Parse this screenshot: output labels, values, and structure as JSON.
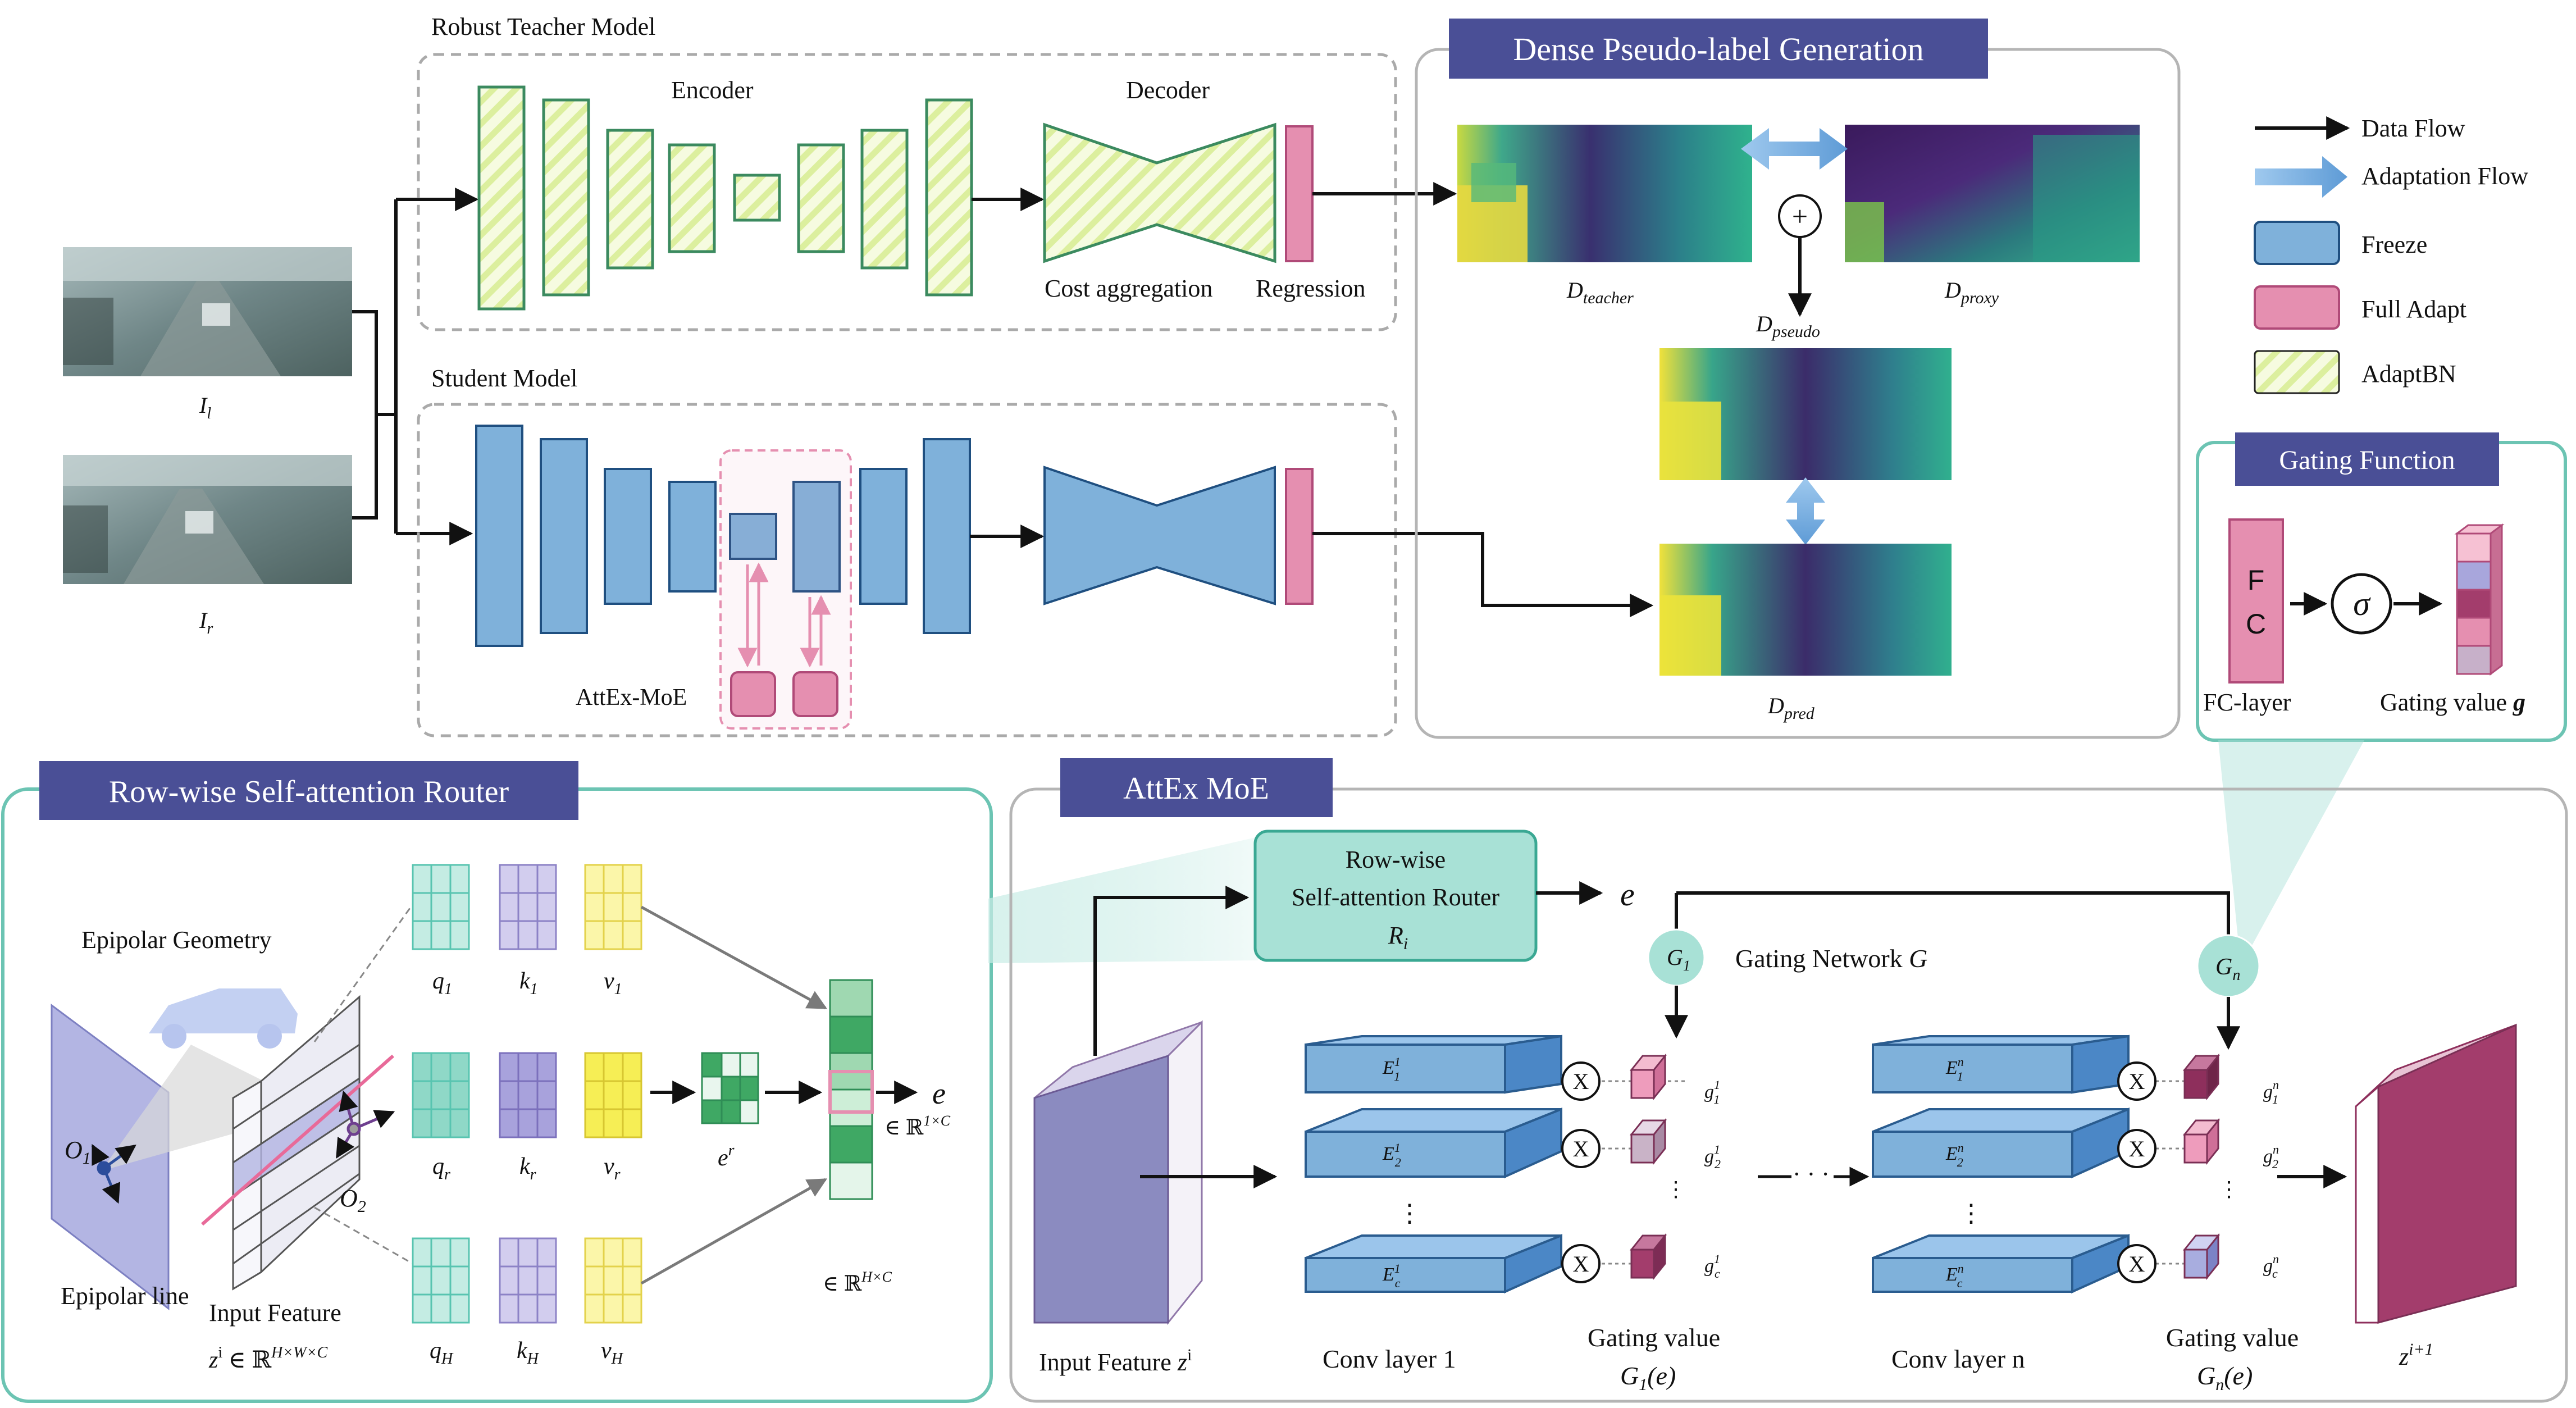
{
  "teacher": {
    "title": "Robust Teacher Model",
    "encoder_label": "Encoder",
    "decoder_label": "Decoder",
    "cost_label": "Cost aggregation",
    "regression_label": "Regression"
  },
  "student": {
    "title": "Student Model",
    "moe_label": "AttEx-MoE"
  },
  "inputs": {
    "left_main": "I",
    "left_sub": "l",
    "right_main": "I",
    "right_sub": "r"
  },
  "dense": {
    "title": "Dense Pseudo-label Generation",
    "teacher_main": "D",
    "teacher_sub": "teacher",
    "proxy_main": "D",
    "proxy_sub": "proxy",
    "pseudo_main": "D",
    "pseudo_sub": "pseudo",
    "pred_main": "D",
    "pred_sub": "pred",
    "plus": "+"
  },
  "legend": {
    "items": [
      "Data Flow",
      "Adaptation Flow",
      "Freeze",
      "Full Adapt",
      "AdaptBN"
    ],
    "colors": {
      "freeze": "#7fb1da",
      "full_adapt": "#e58fb0",
      "adaptbn": "#e5f3b1",
      "teal": "#a8e1d6",
      "navy": "#4a4f96"
    }
  },
  "gating_fn": {
    "title": "Gating Function",
    "fc_text_1": "F",
    "fc_text_2": "C",
    "sigma": "σ",
    "fc_caption": "FC-layer",
    "gv_caption": "Gating value ",
    "gv_bold": "g"
  },
  "router_panel": {
    "title": "Row-wise Self-attention Router",
    "epipolar_geometry": "Epipolar Geometry",
    "epipolar_line": "Epipolar line",
    "input_feature": "Input Feature",
    "o1": "O",
    "o1_sub": "1",
    "o2": "O",
    "o2_sub": "2",
    "z_expr": "z",
    "z_sup": "i",
    "z_tail": " ∈ ℝ",
    "z_tail_sup": "H×W×C",
    "q": "q",
    "k": "k",
    "v": "v",
    "sub_1": "1",
    "sub_r": "r",
    "sub_H": "H",
    "er": "e",
    "er_sup": "r",
    "e": "e",
    "in_1c": "∈ ℝ",
    "in_1c_sup": "1×C",
    "in_hc": "∈ ℝ",
    "in_hc_sup": "H×C"
  },
  "moe_panel": {
    "title": "AttEx MoE",
    "router_line1": "Row-wise",
    "router_line2": "Self-attention Router",
    "router_line3": "R",
    "router_line3_sub": "i",
    "e": "e",
    "g1": "G",
    "g1_sub": "1",
    "gn": "G",
    "gn_sub": "n",
    "gating_network": "Gating Network ",
    "gating_network_G": "G",
    "input_feature": "Input Feature ",
    "input_z": "z",
    "input_z_sup": "i",
    "conv1": "Conv layer 1",
    "convn": "Conv layer n",
    "gv1_line1": "Gating value",
    "gv1_line2": "G",
    "gv1_line2_sub": "1",
    "gv_tail": "(e)",
    "gvn_line2": "G",
    "gvn_line2_sub": "n",
    "z_out": "z",
    "z_out_sup": "i+1",
    "E": "E",
    "E_sup1": "1",
    "E_supn": "n",
    "E_sub1": "1",
    "E_sub2": "2",
    "E_subc": "c",
    "g": "g",
    "dots": "· · ·",
    "vdots": "⋮",
    "times": "X"
  }
}
